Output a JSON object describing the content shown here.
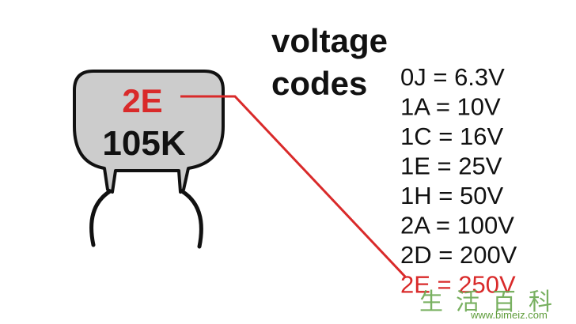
{
  "title": {
    "line1": "voltage",
    "line2": "codes"
  },
  "capacitor": {
    "code_marking": "2E",
    "value_marking": "105K"
  },
  "codes": [
    "0J = 6.3V",
    "1A = 10V",
    "1C = 16V",
    "1E = 25V",
    "1H = 50V",
    "2A = 100V",
    "2D = 200V",
    "2E = 250V"
  ],
  "highlighted_code_index": 7,
  "watermark": {
    "brand": "生活百科",
    "url": "www.bimeiz.com"
  },
  "colors": {
    "highlight": "#d92a2a",
    "capacitor_body": "#cccccc",
    "text": "#111111"
  },
  "icons": {
    "capacitor": "ceramic-disc-capacitor-icon"
  }
}
